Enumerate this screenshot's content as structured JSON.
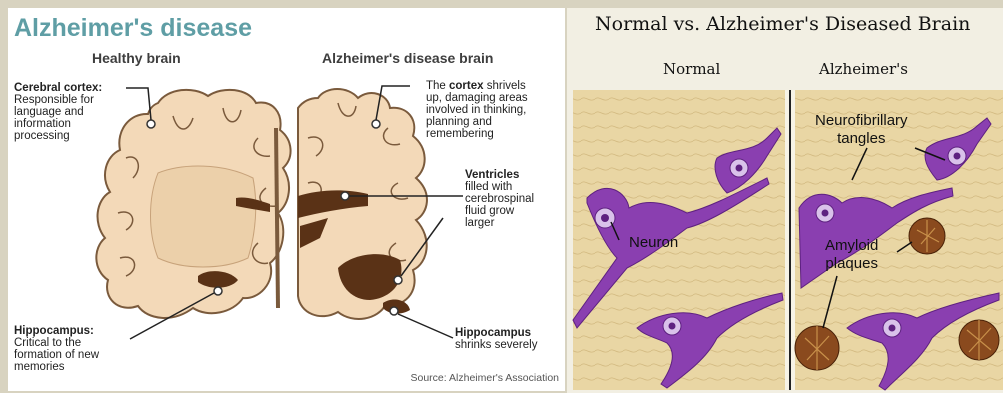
{
  "left": {
    "title": "Alzheimer's disease",
    "healthy_heading": "Healthy brain",
    "alz_heading": "Alzheimer's disease brain",
    "cortex_title": "Cerebral cortex:",
    "cortex_text": [
      "Responsible for",
      "language and",
      "information",
      "processing"
    ],
    "hippo_title": "Hippocampus:",
    "hippo_text": [
      "Critical to the",
      "formation of new",
      "memories"
    ],
    "alz_cortex_pre": "The ",
    "alz_cortex_bold": "cortex",
    "alz_cortex_post": " shrivels",
    "alz_cortex_text": [
      "up, damaging areas",
      "involved in thinking,",
      "planning and",
      "remembering"
    ],
    "ventricles_title": "Ventricles",
    "ventricles_text": [
      "filled with",
      "cerebrospinal",
      "fluid grow",
      "larger"
    ],
    "alz_hippo_title": "Hippocampus",
    "alz_hippo_text": "shrinks severely",
    "source": "Source: Alzheimer's Association"
  },
  "right": {
    "title": "Normal vs. Alzheimer's Diseased Brain",
    "normal_heading": "Normal",
    "alz_heading": "Alzheimer's",
    "neuron_label": "Neuron",
    "tangles_label": [
      "Neurofibrillary",
      "tangles"
    ],
    "plaques_label": [
      "Amyloid",
      "plaques"
    ]
  },
  "colors": {
    "title_teal": "#5f9ea5",
    "brain_fill": "#f3d9b8",
    "brain_stroke": "#7a5a3c",
    "ventricle": "#5a3216",
    "neuron_purple": "#8a3fb0",
    "tissue": "#e9d6a4"
  }
}
